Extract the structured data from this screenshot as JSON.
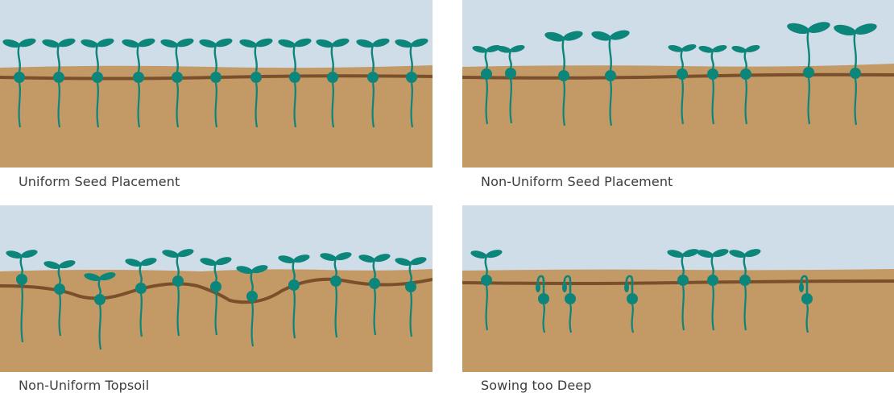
{
  "colors": {
    "sky": "#cfdde9",
    "soil": "#c39a66",
    "furrow": "#7a4f2b",
    "plant": "#0c857a"
  },
  "panels": [
    {
      "caption": "Uniform Seed Placement"
    },
    {
      "caption": "Non-Uniform Seed Placement"
    },
    {
      "caption": "Non-Uniform Topsoil"
    },
    {
      "caption": "Sowing too Deep"
    }
  ]
}
